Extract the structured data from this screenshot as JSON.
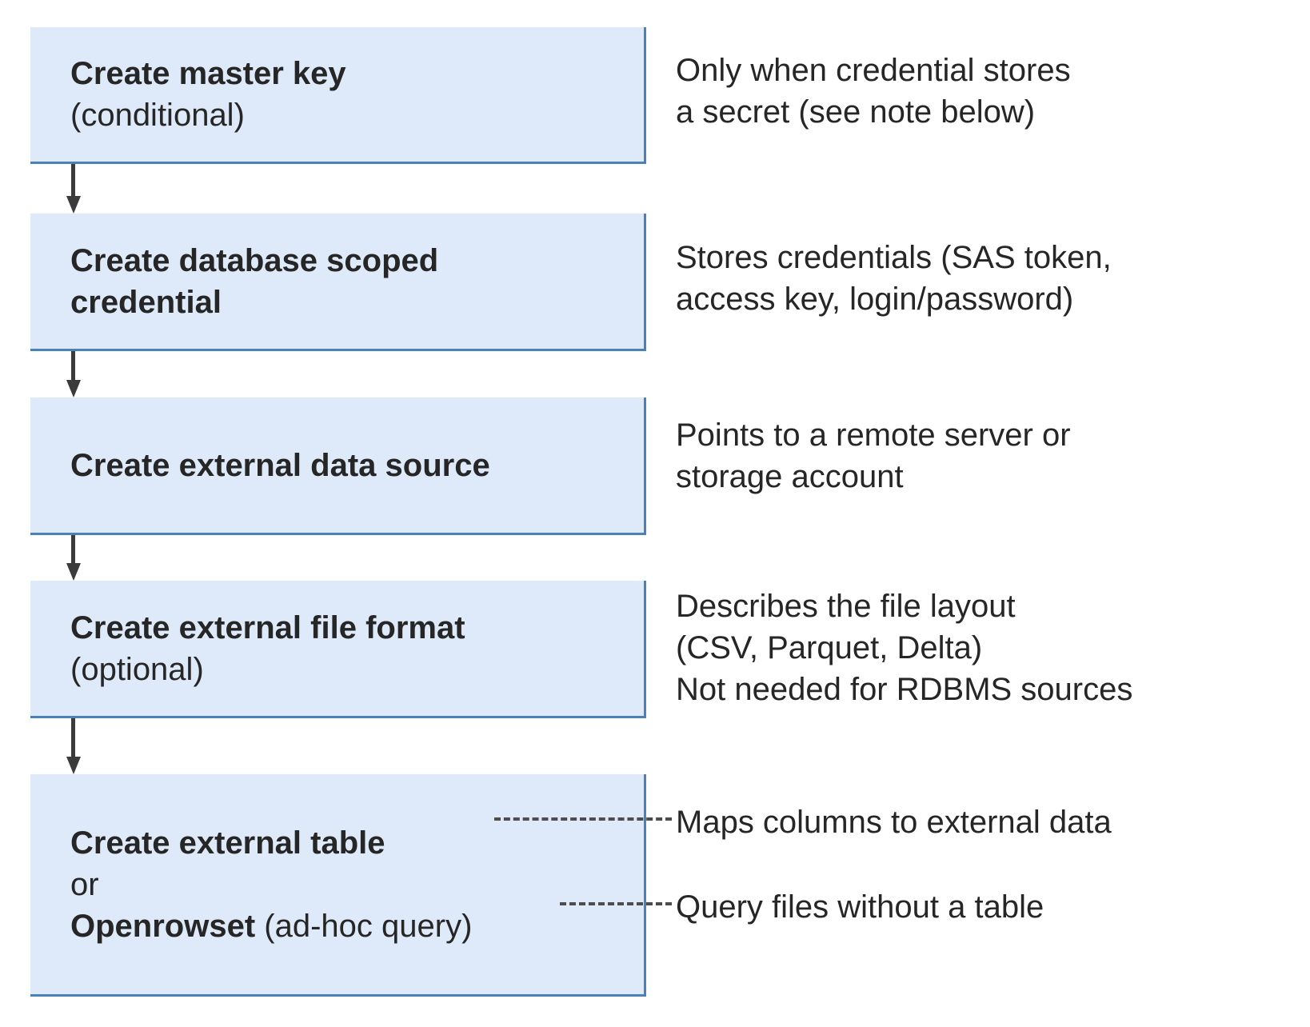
{
  "colors": {
    "box_fill": "#deeaf9",
    "box_border": "#4a82b8",
    "text": "#262626",
    "arrow": "#3b3b3b",
    "dashed_leader": "#4d4d4d",
    "background": "#ffffff"
  },
  "diagram": {
    "type": "flowchart",
    "orientation": "vertical",
    "steps": [
      {
        "id": "create-master-key",
        "title": "Create master key",
        "subtitle": "(conditional)",
        "note_lines": [
          "Only when credential stores",
          "a secret (see note below)"
        ]
      },
      {
        "id": "create-database-scoped-credential",
        "title_line_1": "Create database scoped",
        "title_line_2": "credential",
        "note_lines": [
          "Stores credentials (SAS token,",
          "access key, login/password)"
        ]
      },
      {
        "id": "create-external-data-source",
        "title": "Create external data source",
        "note_lines": [
          "Points to a remote server or",
          "storage account"
        ]
      },
      {
        "id": "create-external-file-format",
        "title": "Create external file format",
        "subtitle": "(optional)",
        "note_lines": [
          "Describes the file layout",
          "(CSV, Parquet, Delta)",
          "Not needed for RDBMS sources"
        ]
      },
      {
        "id": "create-external-table-or-openrowset",
        "title": "Create external table",
        "connector_word": "or",
        "alt_title": "Openrowset",
        "alt_suffix": " (ad-hoc query)",
        "note_table": "Maps columns to external data",
        "note_openrowset": "Query files without a table"
      }
    ]
  }
}
